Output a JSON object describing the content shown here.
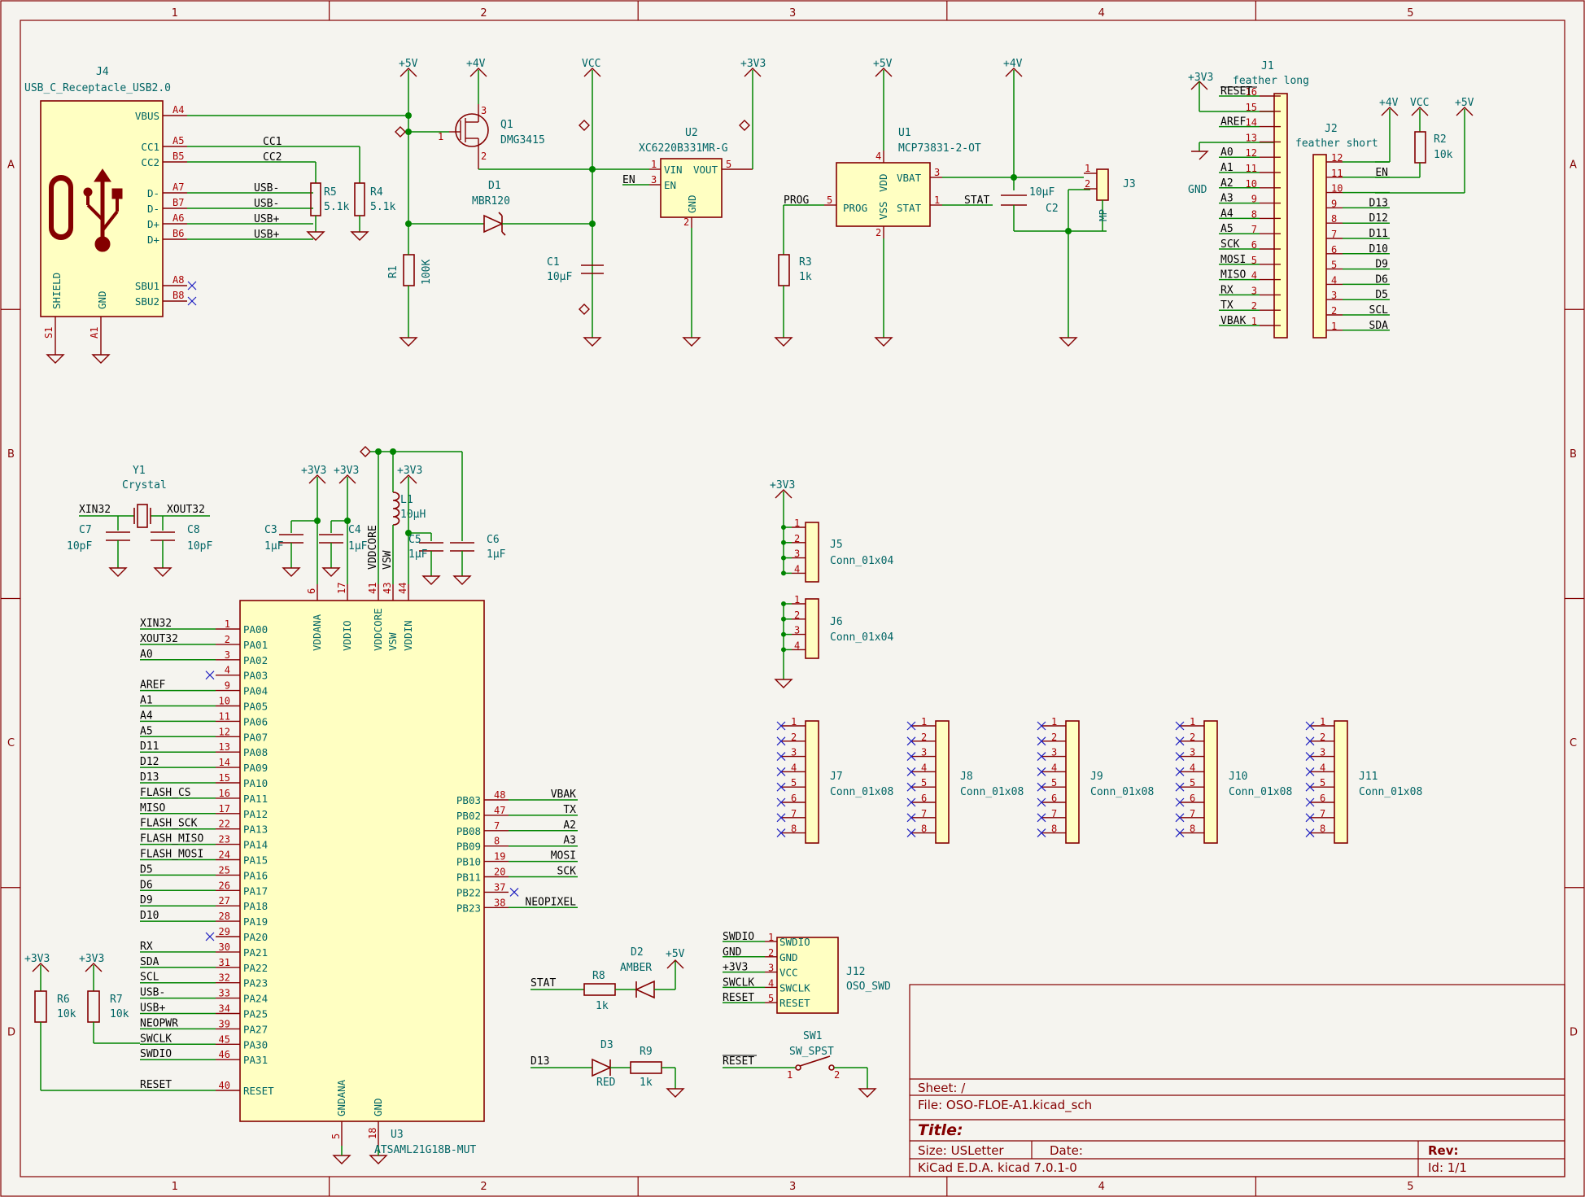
{
  "sheet": {
    "cols": [
      "1",
      "2",
      "3",
      "4",
      "5"
    ],
    "rows": [
      "A",
      "B",
      "C",
      "D"
    ]
  },
  "title_block": {
    "sheet": "Sheet: /",
    "file": "File: OSO-FLOE-A1.kicad_sch",
    "title": "Title:",
    "size": "Size: USLetter",
    "date": "Date:",
    "rev": "Rev:",
    "tool": "KiCad E.D.A.  kicad 7.0.1-0",
    "id": "Id: 1/1"
  },
  "power": {
    "p5v": "+5V",
    "p4v": "+4V",
    "vcc": "VCC",
    "p3v3": "+3V3",
    "gnd": "GND"
  },
  "usb": {
    "ref": "J4",
    "value": "USB_C_Receptacle_USB2.0",
    "pins": [
      {
        "name": "VBUS",
        "num": "A4"
      },
      {
        "name": "CC1",
        "num": "A5"
      },
      {
        "name": "CC2",
        "num": "B5"
      },
      {
        "name": "D-",
        "num": "A7"
      },
      {
        "name": "D-",
        "num": "B7"
      },
      {
        "name": "D+",
        "num": "A6"
      },
      {
        "name": "D+",
        "num": "B6"
      },
      {
        "name": "SBU1",
        "num": "A8"
      },
      {
        "name": "SBU2",
        "num": "B8"
      }
    ],
    "shield": "SHIELD",
    "gnd": "GND",
    "s1": "S1",
    "a1": "A1",
    "nets": [
      "CC1",
      "CC2",
      "USB-",
      "USB-",
      "USB+",
      "USB+"
    ]
  },
  "passives": {
    "R5": [
      "R5",
      "5.1k"
    ],
    "R4": [
      "R4",
      "5.1k"
    ],
    "R1": [
      "R1",
      "100K"
    ],
    "R3": [
      "R3",
      "1k"
    ],
    "R2": [
      "R2",
      "10k"
    ],
    "R6": [
      "R6",
      "10k"
    ],
    "R7": [
      "R7",
      "10k"
    ],
    "R8": [
      "R8",
      "1k"
    ],
    "R9": [
      "R9",
      "1k"
    ],
    "C1": [
      "C1",
      "10µF"
    ],
    "C2": [
      "C2",
      "10µF"
    ],
    "C3": [
      "C3",
      "1µF"
    ],
    "C4": [
      "C4",
      "1µF"
    ],
    "C5": [
      "C5",
      "1µF"
    ],
    "C6": [
      "C6",
      "1µF"
    ],
    "C7": [
      "C7",
      "10pF"
    ],
    "C8": [
      "C8",
      "10pF"
    ],
    "L1": [
      "L1",
      "10µH"
    ]
  },
  "q1": {
    "ref": "Q1",
    "value": "DMG3415"
  },
  "d1": {
    "ref": "D1",
    "value": "MBR120"
  },
  "u2": {
    "ref": "U2",
    "value": "XC6220B331MR-G",
    "vin": "VIN",
    "en": "EN",
    "vout": "VOUT",
    "gnd": "GND",
    "net_en": "EN"
  },
  "u1": {
    "ref": "U1",
    "value": "MCP73831-2-OT",
    "prog": "PROG",
    "vss": "VSS",
    "vdd": "VDD",
    "vbat": "VBAT",
    "stat": "STAT",
    "net_prog": "PROG",
    "net_stat": "STAT"
  },
  "j3": {
    "ref": "J3",
    "mp": "MP"
  },
  "j1": {
    "ref": "J1",
    "value": "feather long",
    "nets": [
      "RESET",
      "",
      "AREF",
      "",
      "A0",
      "A1",
      "A2",
      "A3",
      "A4",
      "A5",
      "SCK",
      "MOSI",
      "MISO",
      "RX",
      "TX",
      "VBAK"
    ],
    "nums": [
      "16",
      "15",
      "14",
      "13",
      "12",
      "11",
      "10",
      "9",
      "8",
      "7",
      "6",
      "5",
      "4",
      "3",
      "2",
      "1"
    ]
  },
  "j2": {
    "ref": "J2",
    "value": "feather short",
    "nets": [
      "",
      "EN",
      "",
      "D13",
      "D12",
      "D11",
      "D10",
      "D9",
      "D6",
      "D5",
      "SCL",
      "SDA"
    ],
    "nums": [
      "12",
      "11",
      "10",
      "9",
      "8",
      "7",
      "6",
      "5",
      "4",
      "3",
      "2",
      "1"
    ]
  },
  "y1": {
    "ref": "Y1",
    "value": "Crystal",
    "xin": "XIN32",
    "xout": "XOUT32"
  },
  "u3": {
    "ref": "U3",
    "value": "ATSAML21G18B-MUT",
    "top": [
      {
        "n": "VDDANA",
        "p": "6"
      },
      {
        "n": "VDDIO",
        "p": "17"
      },
      {
        "n": "VDDCORE",
        "p": "41"
      },
      {
        "n": "VSW",
        "p": "43"
      },
      {
        "n": "VDDIN",
        "p": "44"
      }
    ],
    "bottom": [
      {
        "n": "GNDANA",
        "p": "5"
      },
      {
        "n": "GND",
        "p": "18"
      }
    ],
    "vnets": [
      "VDDCORE",
      "VSW"
    ],
    "left": [
      {
        "net": "XIN32",
        "p": "1",
        "n": "PA00"
      },
      {
        "net": "XOUT32",
        "p": "2",
        "n": "PA01"
      },
      {
        "net": "A0",
        "p": "3",
        "n": "PA02"
      },
      {
        "net": "",
        "p": "4",
        "n": "PA03"
      },
      {
        "net": "AREF",
        "p": "9",
        "n": "PA04"
      },
      {
        "net": "A1",
        "p": "10",
        "n": "PA05"
      },
      {
        "net": "A4",
        "p": "11",
        "n": "PA06"
      },
      {
        "net": "A5",
        "p": "12",
        "n": "PA07"
      },
      {
        "net": "D11",
        "p": "13",
        "n": "PA08"
      },
      {
        "net": "D12",
        "p": "14",
        "n": "PA09"
      },
      {
        "net": "D13",
        "p": "15",
        "n": "PA10"
      },
      {
        "net": "FLASH_CS",
        "p": "16",
        "n": "PA11"
      },
      {
        "net": "MISO",
        "p": "17",
        "n": "PA12"
      },
      {
        "net": "FLASH_SCK",
        "p": "22",
        "n": "PA13"
      },
      {
        "net": "FLASH_MISO",
        "p": "23",
        "n": "PA14"
      },
      {
        "net": "FLASH_MOSI",
        "p": "24",
        "n": "PA15"
      },
      {
        "net": "D5",
        "p": "25",
        "n": "PA16"
      },
      {
        "net": "D6",
        "p": "26",
        "n": "PA17"
      },
      {
        "net": "D9",
        "p": "27",
        "n": "PA18"
      },
      {
        "net": "D10",
        "p": "28",
        "n": "PA19"
      },
      {
        "net": "",
        "p": "29",
        "n": "PA20"
      },
      {
        "net": "RX",
        "p": "30",
        "n": "PA21"
      },
      {
        "net": "SDA",
        "p": "31",
        "n": "PA22"
      },
      {
        "net": "SCL",
        "p": "32",
        "n": "PA23"
      },
      {
        "net": "USB-",
        "p": "33",
        "n": "PA24"
      },
      {
        "net": "USB+",
        "p": "34",
        "n": "PA25"
      },
      {
        "net": "NEOPWR",
        "p": "39",
        "n": "PA27"
      },
      {
        "net": "SWCLK",
        "p": "45",
        "n": "PA30"
      },
      {
        "net": "SWDIO",
        "p": "46",
        "n": "PA31"
      },
      {
        "net": "RESET",
        "p": "40",
        "n": "RESET"
      }
    ],
    "right": [
      {
        "net": "VBAK",
        "p": "48",
        "n": "PB03"
      },
      {
        "net": "TX",
        "p": "47",
        "n": "PB02"
      },
      {
        "net": "A2",
        "p": "7",
        "n": "PB08"
      },
      {
        "net": "A3",
        "p": "8",
        "n": "PB09"
      },
      {
        "net": "MOSI",
        "p": "19",
        "n": "PB10"
      },
      {
        "net": "SCK",
        "p": "20",
        "n": "PB11"
      },
      {
        "net": "",
        "p": "37",
        "n": "PB22"
      },
      {
        "net": "NEOPIXEL",
        "p": "38",
        "n": "PB23"
      }
    ]
  },
  "conns": {
    "j5": [
      "J5",
      "Conn_01x04"
    ],
    "j6": [
      "J6",
      "Conn_01x04"
    ],
    "j7": [
      "J7",
      "Conn_01x08"
    ],
    "j8": [
      "J8",
      "Conn_01x08"
    ],
    "j9": [
      "J9",
      "Conn_01x08"
    ],
    "j10": [
      "J10",
      "Conn_01x08"
    ],
    "j11": [
      "J11",
      "Conn_01x08"
    ]
  },
  "led": {
    "d2": [
      "D2",
      "AMBER"
    ],
    "d3": [
      "D3",
      "RED"
    ],
    "stat": "STAT",
    "d13": "D13"
  },
  "swd": {
    "ref": "J12",
    "value": "OSO_SWD",
    "nets": [
      "SWDIO",
      "GND",
      "+3V3",
      "SWCLK",
      "RESET"
    ],
    "pins": [
      "SWDIO",
      "GND",
      "VCC",
      "SWCLK",
      "RESET"
    ]
  },
  "sw1": {
    "ref": "SW1",
    "value": "SW_SPST",
    "net": "RESET"
  }
}
